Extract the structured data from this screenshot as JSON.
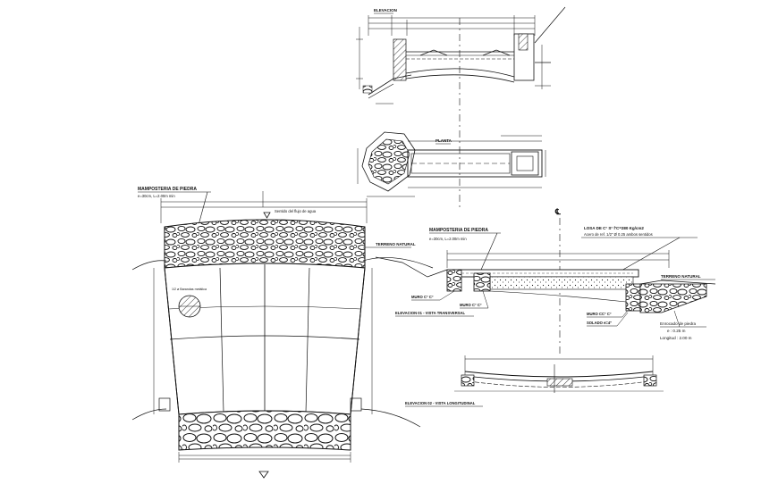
{
  "colors": {
    "ink": "#111111",
    "paper": "#ffffff"
  },
  "labels": {
    "elevacion_top": "ELEVACION",
    "planta": "PLANTA",
    "mamposteria_left": "MAMPOSTERIA DE PIEDRA",
    "mamposteria_left_sub": "e=30cm, L=2.00m min",
    "sentido_flujo": "Sentido del flujo de agua",
    "terreno_natural_left": "TERRENO NATURAL",
    "detalle_circle": "1/2 ø Barandas metálica",
    "cl": "℄",
    "losa": "LOSA DE C° S° f'C=280 Kg/cm2",
    "acero": "Acero de ref. 1/2\" Ø 0.25 ambos sentidos",
    "mamposteria_right": "MAMPOSTERIA DE PIEDRA",
    "mamposteria_right_sub": "e=30cm, L=2.00m min",
    "terreno_natural_right": "TERRENO NATURAL",
    "muro_1": "MURO C° C°",
    "muro_2": "MURO C° C°",
    "elevacion_01": "ELEVACION 01 - VISTA TRANSVERSAL",
    "muro_3": "MURO CC° C°",
    "solado": "SOLADO e=4\"",
    "enrocado": "Enrocado de piedra",
    "enrocado_e": "e : 0.25 m",
    "longitud": "Longitud : 2.00 m",
    "elevacion_02": "ELEVACION 02 - VISTA LONGITUDINAL"
  }
}
